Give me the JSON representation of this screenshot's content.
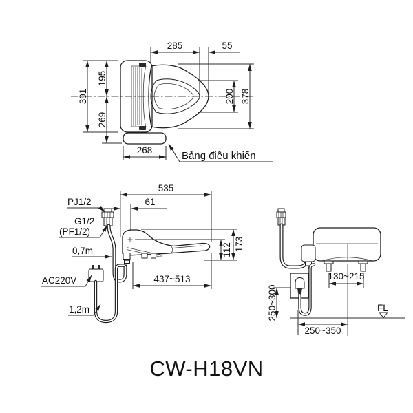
{
  "title": "CW-H18VN",
  "top_view": {
    "dim_width_lid": "285",
    "dim_lid_tip": "55",
    "dim_depth_upper": "195",
    "dim_depth_lower": "269",
    "dim_depth_total": "391",
    "dim_opening": "200",
    "dim_lid_overall": "378",
    "dim_panel_width": "268",
    "control_panel_label": "Bảng điều khiển"
  },
  "side_view": {
    "dim_length": "535",
    "dim_inlet_offset": "61",
    "dim_seat_height": "112",
    "dim_total_height": "173",
    "dim_mount_range": "437~513",
    "fitting_top_label": "PJ1/2",
    "fitting_mid_label": "G1/2",
    "fitting_mid_label_alt": "(PF1/2)",
    "hose_length_label": "0,7m",
    "power_label": "AC220V",
    "cord_length_label": "1,2m"
  },
  "rear_view": {
    "dim_bolt_span": "130~215",
    "dim_outlet_height": "250~300",
    "dim_outlet_offset": "250~350",
    "floor_level_label": "FL"
  }
}
